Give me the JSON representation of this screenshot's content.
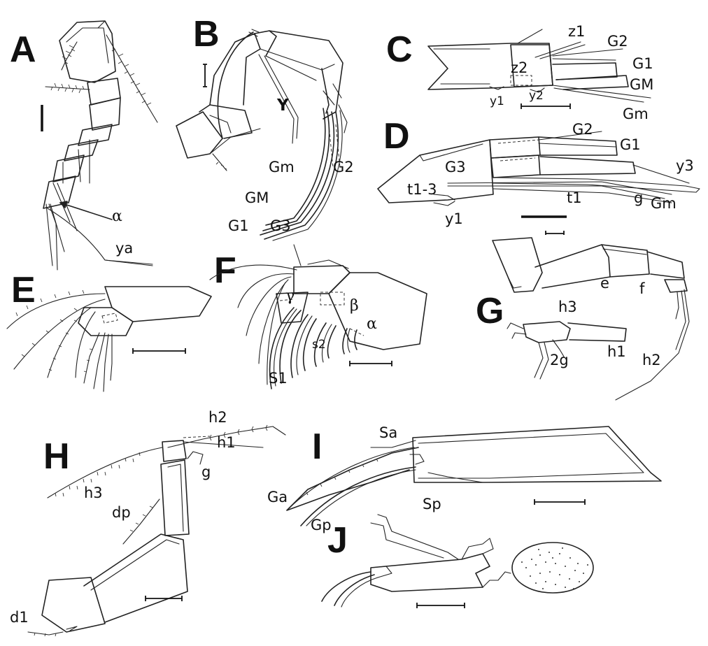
{
  "panels": [
    {
      "id": "A",
      "letter": "A",
      "labels": [
        "α",
        "ya"
      ]
    },
    {
      "id": "B",
      "letter": "B",
      "labels": [
        "Y",
        "Gm",
        "G2",
        "GM",
        "G1",
        "G3"
      ]
    },
    {
      "id": "C",
      "letter": "C",
      "labels": [
        "z1",
        "G2",
        "G1",
        "z2",
        "GM",
        "y1",
        "y2",
        "Gm"
      ]
    },
    {
      "id": "D",
      "letter": "D",
      "labels": [
        "G2",
        "G1",
        "G3",
        "y3",
        "t1-3",
        "t1",
        "g",
        "Gm",
        "y1"
      ]
    },
    {
      "id": "E",
      "letter": "E",
      "labels": []
    },
    {
      "id": "F",
      "letter": "F",
      "labels": [
        "γ",
        "β",
        "α",
        "s2",
        "S1"
      ]
    },
    {
      "id": "G",
      "letter": "G",
      "labels": [
        "e",
        "f",
        "h3",
        "h1",
        "2g",
        "h2"
      ]
    },
    {
      "id": "H",
      "letter": "H",
      "labels": [
        "h2",
        "h1",
        "g",
        "h3",
        "dp",
        "d1"
      ]
    },
    {
      "id": "I",
      "letter": "I",
      "labels": [
        "Sa",
        "Ga",
        "Gp",
        "Sp"
      ]
    },
    {
      "id": "J",
      "letter": "J",
      "labels": []
    }
  ],
  "colors": {
    "ink": "#222222",
    "background": "#ffffff"
  }
}
